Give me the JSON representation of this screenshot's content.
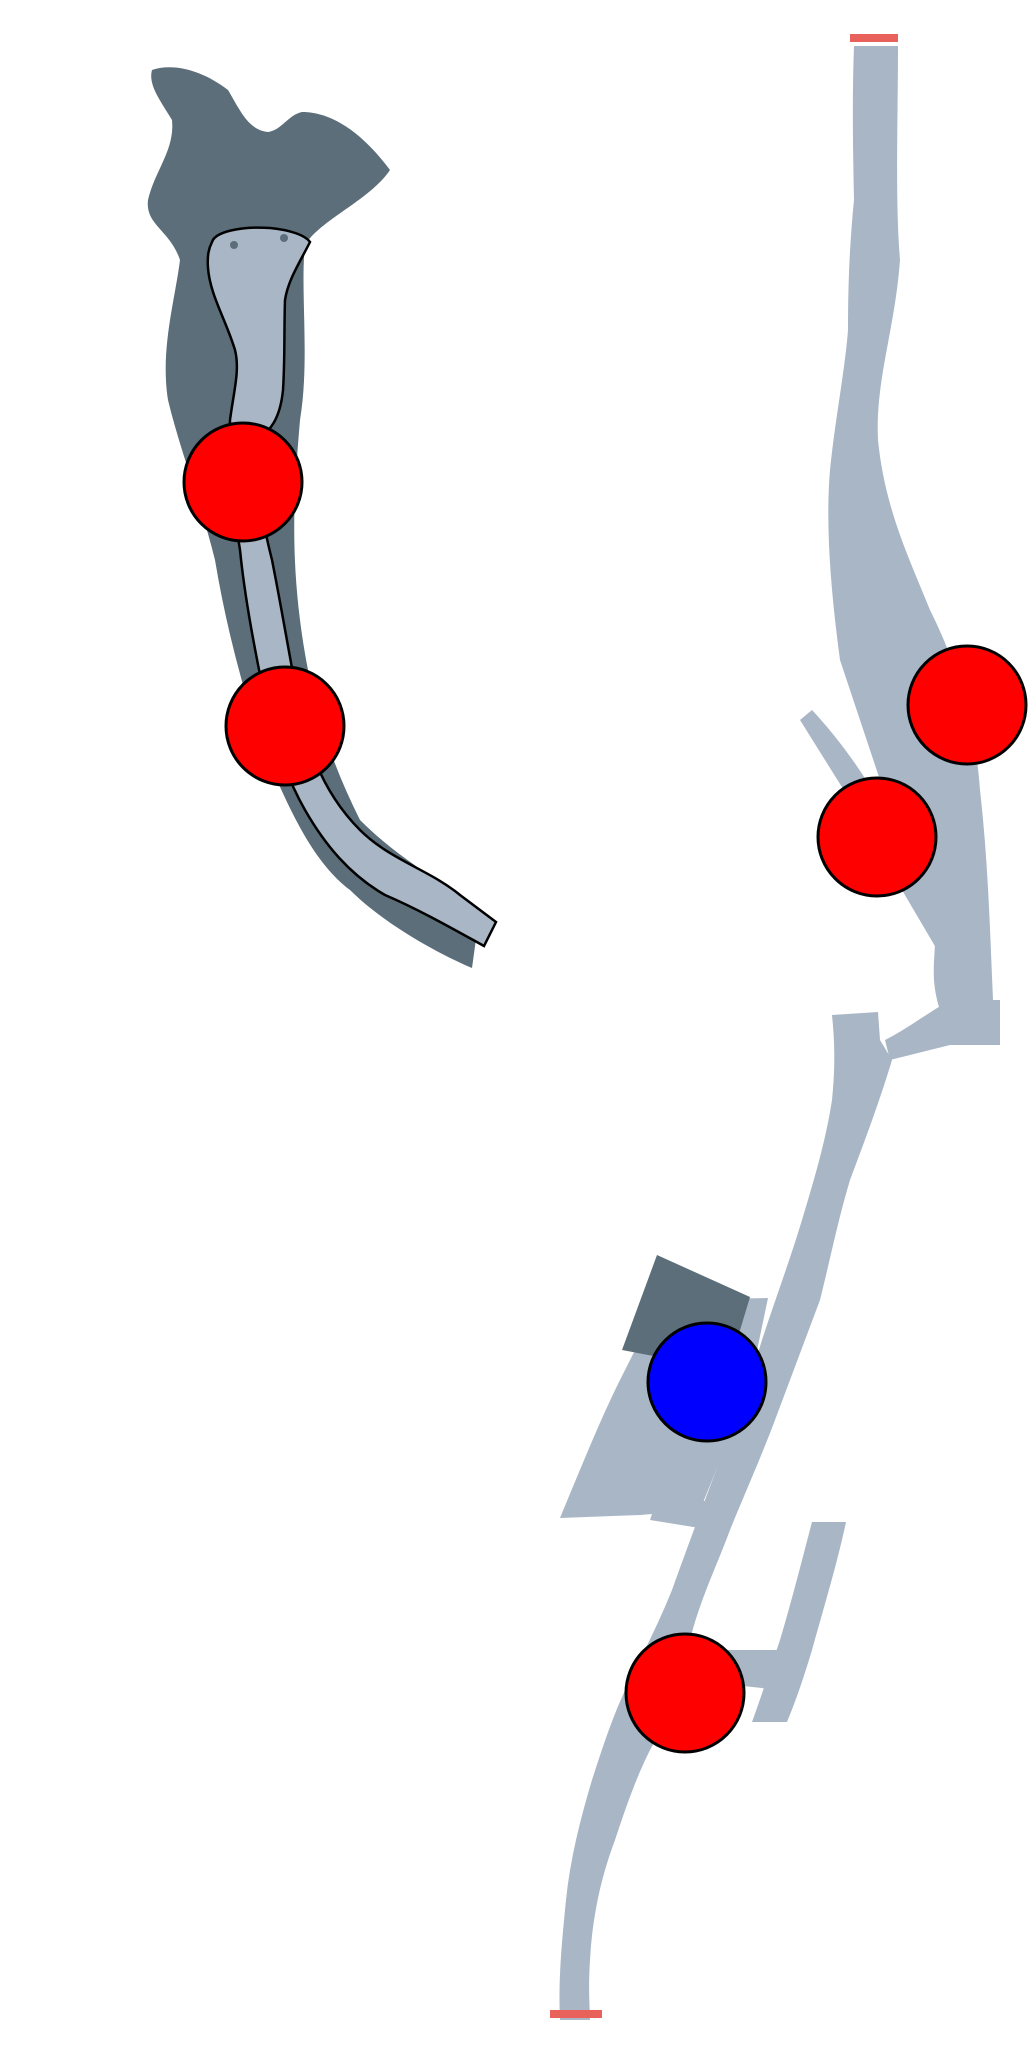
{
  "colors": {
    "background": "#ffffff",
    "corridor_fill": "#a8b6c6",
    "wall_fill": "#5b6e79",
    "outline": "#000000",
    "exit_marker": "#e8615a",
    "enemy_marker": "#ff0000",
    "player_marker": "#0000ff",
    "marker_stroke": "#000000"
  },
  "map": {
    "regions": [
      {
        "id": "left-cave",
        "kind": "cave-chamber-with-corridor"
      },
      {
        "id": "right-main-corridor",
        "kind": "long-winding-corridor"
      }
    ],
    "exits": [
      {
        "id": "top-exit",
        "color": "exit_marker"
      },
      {
        "id": "bottom-exit",
        "color": "exit_marker"
      }
    ]
  },
  "markers": {
    "enemies": [
      {
        "id": "enemy-1",
        "type": "enemy",
        "color": "enemy_marker"
      },
      {
        "id": "enemy-2",
        "type": "enemy",
        "color": "enemy_marker"
      },
      {
        "id": "enemy-3",
        "type": "enemy",
        "color": "enemy_marker"
      },
      {
        "id": "enemy-4",
        "type": "enemy",
        "color": "enemy_marker"
      },
      {
        "id": "enemy-5",
        "type": "enemy",
        "color": "enemy_marker"
      }
    ],
    "player": {
      "id": "player-1",
      "type": "player",
      "color": "player_marker"
    }
  }
}
